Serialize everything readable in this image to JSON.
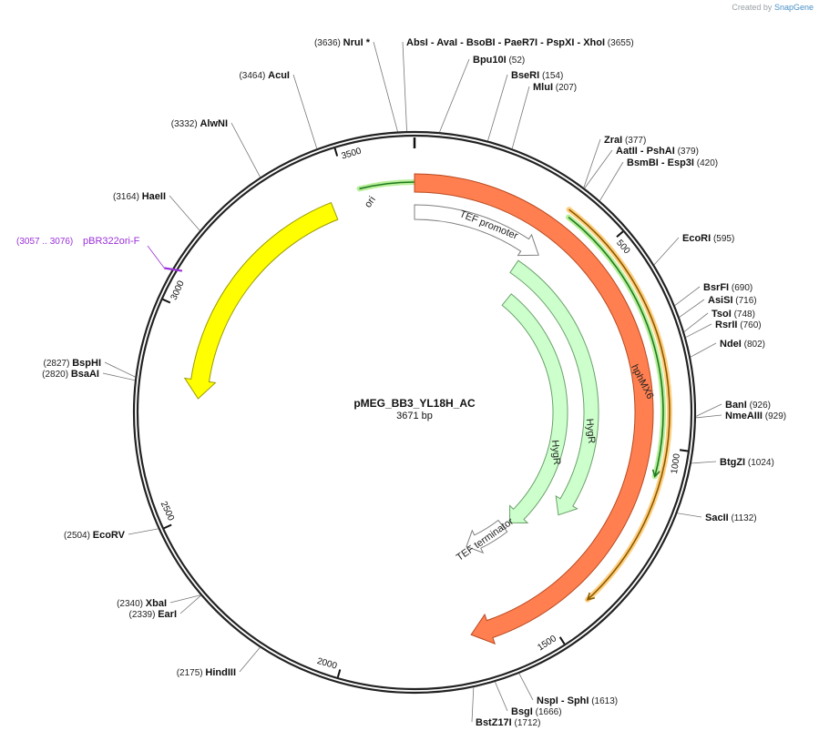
{
  "credit": {
    "prefix": "Created by",
    "brand": "SnapGene"
  },
  "plasmid": {
    "name": "pMEG_BB3_YL18H_AC",
    "length_label": "3671 bp",
    "length": 3671
  },
  "ticks": [
    {
      "bp": 500,
      "label": "500"
    },
    {
      "bp": 1000,
      "label": "1000"
    },
    {
      "bp": 1500,
      "label": "1500"
    },
    {
      "bp": 2000,
      "label": "2000"
    },
    {
      "bp": 2500,
      "label": "2500"
    },
    {
      "bp": 3000,
      "label": "3000"
    },
    {
      "bp": 3500,
      "label": "3500"
    }
  ],
  "sites": [
    {
      "pos_label": "(3636)",
      "parts": [
        "NruI *"
      ],
      "bp": 3636,
      "side": "left"
    },
    {
      "pos_label": "(3655)",
      "parts": [
        "AbsI",
        "AvaI",
        "BsoBI",
        "PaeR7I",
        "PspXI",
        "XhoI"
      ],
      "bp": 3655,
      "side": "right"
    },
    {
      "pos_label": "(52)",
      "parts": [
        "Bpu10I"
      ],
      "bp": 52,
      "side": "right"
    },
    {
      "pos_label": "(154)",
      "parts": [
        "BseRI"
      ],
      "bp": 154,
      "side": "right"
    },
    {
      "pos_label": "(207)",
      "parts": [
        "MluI"
      ],
      "bp": 207,
      "side": "right"
    },
    {
      "pos_label": "(377)",
      "parts": [
        "ZraI"
      ],
      "bp": 377,
      "side": "right"
    },
    {
      "pos_label": "(379)",
      "parts": [
        "AatII",
        "PshAI"
      ],
      "bp": 379,
      "side": "right"
    },
    {
      "pos_label": "(420)",
      "parts": [
        "BsmBI",
        "Esp3I"
      ],
      "bp": 420,
      "side": "right"
    },
    {
      "pos_label": "(595)",
      "parts": [
        "EcoRI"
      ],
      "bp": 595,
      "side": "right"
    },
    {
      "pos_label": "(690)",
      "parts": [
        "BsrFI"
      ],
      "bp": 690,
      "side": "right"
    },
    {
      "pos_label": "(716)",
      "parts": [
        "AsiSI"
      ],
      "bp": 716,
      "side": "right"
    },
    {
      "pos_label": "(748)",
      "parts": [
        "TsoI"
      ],
      "bp": 748,
      "side": "right"
    },
    {
      "pos_label": "(760)",
      "parts": [
        "RsrII"
      ],
      "bp": 760,
      "side": "right"
    },
    {
      "pos_label": "(802)",
      "parts": [
        "NdeI"
      ],
      "bp": 802,
      "side": "right"
    },
    {
      "pos_label": "(926)",
      "parts": [
        "BanI"
      ],
      "bp": 926,
      "side": "right"
    },
    {
      "pos_label": "(929)",
      "parts": [
        "NmeAIII"
      ],
      "bp": 929,
      "side": "right"
    },
    {
      "pos_label": "(1024)",
      "parts": [
        "BtgZI"
      ],
      "bp": 1024,
      "side": "right"
    },
    {
      "pos_label": "(1132)",
      "parts": [
        "SacII"
      ],
      "bp": 1132,
      "side": "right"
    },
    {
      "pos_label": "(1613)",
      "parts": [
        "NspI",
        "SphI"
      ],
      "bp": 1613,
      "side": "right"
    },
    {
      "pos_label": "(1666)",
      "parts": [
        "BsgI"
      ],
      "bp": 1666,
      "side": "right"
    },
    {
      "pos_label": "(1712)",
      "parts": [
        "BstZ17I"
      ],
      "bp": 1712,
      "side": "right"
    },
    {
      "pos_label": "(2175)",
      "parts": [
        "HindIII"
      ],
      "bp": 2175,
      "side": "left"
    },
    {
      "pos_label": "(2339)",
      "parts": [
        "EarI"
      ],
      "bp": 2339,
      "side": "left"
    },
    {
      "pos_label": "(2340)",
      "parts": [
        "XbaI"
      ],
      "bp": 2340,
      "side": "left"
    },
    {
      "pos_label": "(2504)",
      "parts": [
        "EcoRV"
      ],
      "bp": 2504,
      "side": "left"
    },
    {
      "pos_label": "(2820)",
      "parts": [
        "BsaAI"
      ],
      "bp": 2820,
      "side": "left"
    },
    {
      "pos_label": "(2827)",
      "parts": [
        "BspHI"
      ],
      "bp": 2827,
      "side": "left"
    },
    {
      "pos_label": "(3164)",
      "parts": [
        "HaeII"
      ],
      "bp": 3164,
      "side": "left"
    },
    {
      "pos_label": "(3332)",
      "parts": [
        "AlwNI"
      ],
      "bp": 3332,
      "side": "left"
    },
    {
      "pos_label": "(3464)",
      "parts": [
        "AcuI"
      ],
      "bp": 3464,
      "side": "left"
    }
  ],
  "primer": {
    "pos_label": "(3057 .. 3076)",
    "name": "pBR322ori-F",
    "start": 3057,
    "end": 3076,
    "color": "#9b30d9"
  },
  "features": [
    {
      "name": "ori",
      "start": 3450,
      "end": 2790,
      "direction": "reverse",
      "color": "#ffff00",
      "stroke": "#9a9a00"
    },
    {
      "name": "hphMX6",
      "start": 0,
      "end": 1690,
      "direction": "forward",
      "color": "#ff7f50",
      "stroke": "#b84a20"
    },
    {
      "name": "TEF promoter",
      "start": 0,
      "end": 390,
      "direction": "forward",
      "color": "#ffffff",
      "stroke": "#7f7f7f"
    },
    {
      "name": "HygR",
      "start": 400,
      "end": 1420,
      "direction": "forward",
      "color": "#ccffcc",
      "stroke": "#6aa06a"
    },
    {
      "name": "HygR",
      "start": 350,
      "end": 1280,
      "direction": "forward",
      "color": "#ccffcc",
      "stroke": "#6aa06a"
    },
    {
      "name": "TEF terminator",
      "start": 1450,
      "end": 1620,
      "direction": "forward",
      "color": "#ffffff",
      "stroke": "#7f7f7f"
    }
  ],
  "hidden_bars": [
    {
      "start": 3530,
      "end": 180,
      "color": "#1f7a1f",
      "glow": "#b8ef9a"
    },
    {
      "start": 390,
      "end": 1070,
      "color": "#1f7a1f",
      "glow": "#b8ef9a"
    },
    {
      "start": 380,
      "end": 1400,
      "color": "#8a5a00",
      "glow": "#ffcf80"
    }
  ]
}
